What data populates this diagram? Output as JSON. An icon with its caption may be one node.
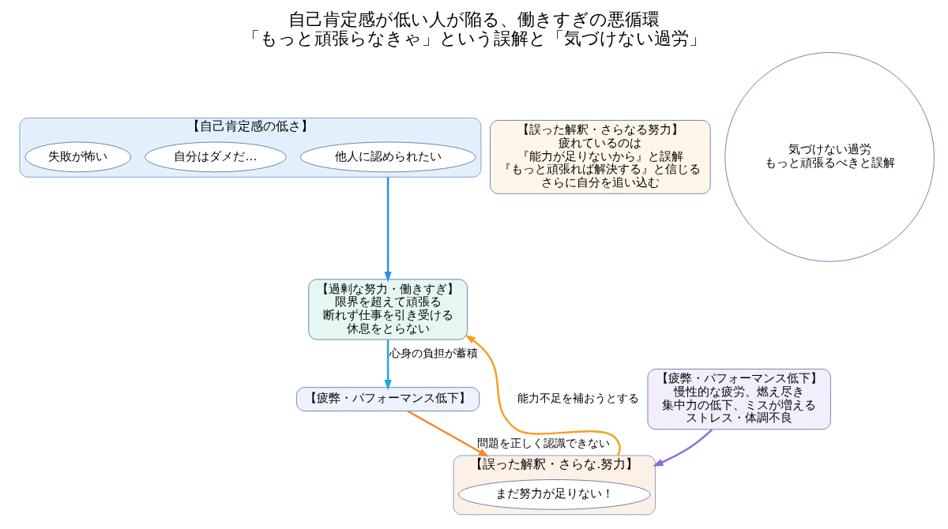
{
  "diagram": {
    "title": "自己肯定感が低い人が陥る、働きすぎの悪循環",
    "caption": "「もっと頑張らなきゃ」という誤解と「気づけない過労」",
    "nodes": [
      {
        "text": [
          "【自己肯定感の低さ】"
        ]
      },
      {
        "text": [
          "他人に認められたい"
        ],
        "in": 0
      },
      {
        "text": [
          "自分はダメだ…"
        ],
        "in": 0
      },
      {
        "text": [
          "失敗が怖い"
        ],
        "in": 0
      },
      {
        "text": [
          "【過剰な努力・働きすぎ】",
          "限界を超えて頑張る",
          "断れず仕事を引き受ける",
          "休息をとらない"
        ]
      },
      {
        "text": [
          "【疲弊・パフォーマンス低下】"
        ]
      },
      {
        "text": [
          "【疲弊・パフォーマンス低下】",
          "慢性的な疲労、燃え尽き",
          "集中力の低下、ミスが増える",
          "ストレス・体調不良"
        ]
      },
      {
        "text": [
          "【誤った解釈・さらな.努力】"
        ]
      },
      {
        "text": [
          "まだ努力が足りない！"
        ],
        "in": 7
      },
      {
        "text": [
          "【誤った解釈・さらなる努力】",
          "疲れているのは",
          "『能力が足りないから』と誤解",
          "『もっと頑張れば解決する』と信じる",
          "さらに自分を追い込む"
        ]
      },
      {
        "text": [
          "気づけない過労",
          "もっと頑張るべきと誤解"
        ]
      }
    ],
    "edges": [
      {
        "from": 0,
        "to": 4,
        "arrow": "to",
        "color": "#2f8fe0"
      },
      {
        "from": 4,
        "to": 5,
        "arrow": "to",
        "label": "心身の負担が蓄積",
        "color": "#1fa8d8"
      },
      {
        "from": 5,
        "to": 7,
        "arrow": "to",
        "label": "問題を正しく認識できない",
        "color": "#f08a30"
      },
      {
        "from": 7,
        "to": 4,
        "arrow": "to",
        "label": "能力不足を補おうとする",
        "color": "#f5a020"
      },
      {
        "from": 6,
        "to": 7,
        "arrow": "to",
        "color": "#8a6be0"
      }
    ]
  }
}
